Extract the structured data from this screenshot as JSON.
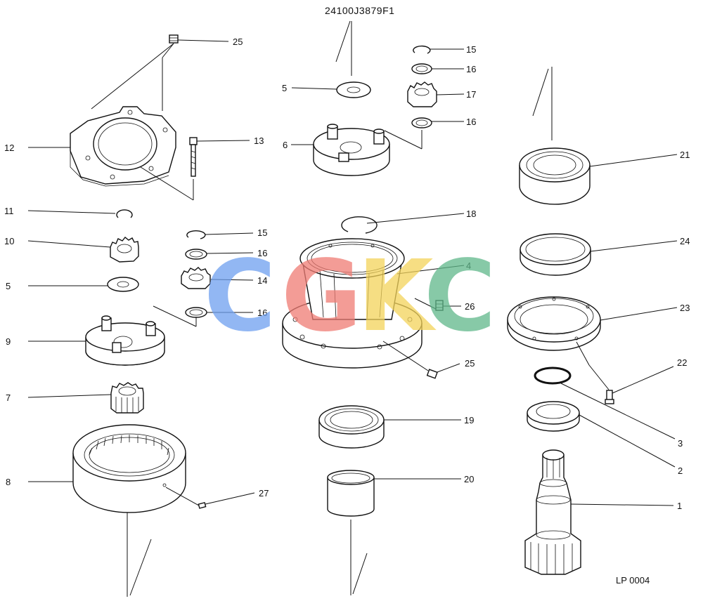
{
  "title": "24100J3879F1",
  "drawing_number": "LP 0004",
  "watermark": {
    "letters": [
      "C",
      "G",
      "K",
      "C"
    ],
    "colors": [
      "#6ea0f0",
      "#f07c74",
      "#f3d35a",
      "#5fb88a"
    ]
  },
  "callouts": {
    "c1": "1",
    "c2": "2",
    "c3": "3",
    "c4": "4",
    "c5a": "5",
    "c5b": "5",
    "c6": "6",
    "c7": "7",
    "c8": "8",
    "c9": "9",
    "c10": "10",
    "c11": "11",
    "c12": "12",
    "c13": "13",
    "c14": "14",
    "c15a": "15",
    "c15b": "15",
    "c16a": "16",
    "c16b": "16",
    "c16c": "16",
    "c16d": "16",
    "c17": "17",
    "c18": "18",
    "c19": "19",
    "c20": "20",
    "c21": "21",
    "c22": "22",
    "c23": "23",
    "c24": "24",
    "c25a": "25",
    "c25b": "25",
    "c26": "26",
    "c27": "27"
  }
}
